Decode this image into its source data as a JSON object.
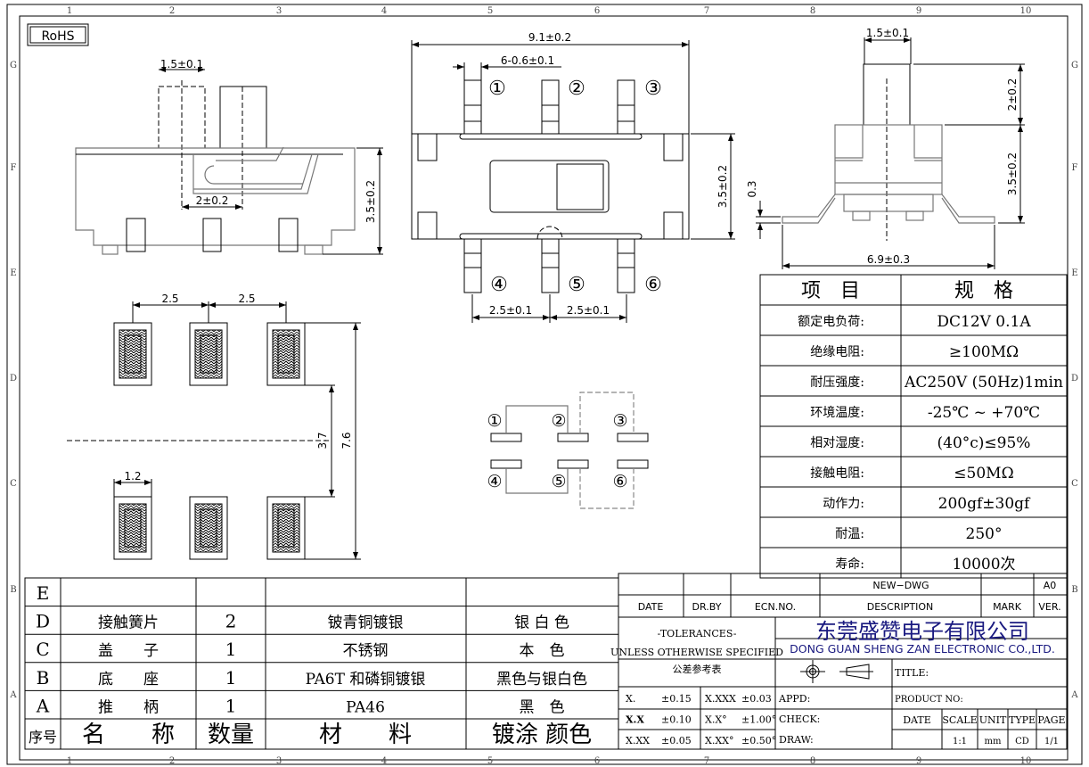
{
  "frame": {
    "columns": [
      "1",
      "2",
      "3",
      "4",
      "5",
      "6",
      "7",
      "8",
      "9",
      "10"
    ],
    "rows": [
      "G",
      "F",
      "E",
      "D",
      "C",
      "B",
      "A"
    ]
  },
  "rohs": "RoHS",
  "side_view": {
    "actuator_width": "1.5±0.1",
    "travel": "2±0.2",
    "height": "3.5±0.2"
  },
  "top_view": {
    "length": "9.1±0.2",
    "pin_width": "6-0.6±0.1",
    "height": "3.5±0.2",
    "pitch_left": "2.5±0.1",
    "pitch_right": "2.5±0.1",
    "pins": [
      "①",
      "②",
      "③",
      "④",
      "⑤",
      "⑥"
    ]
  },
  "end_view": {
    "actuator_width": "1.5±0.1",
    "actuator_height": "2±0.2",
    "body_height": "3.5±0.2",
    "lead_thickness": "0.3",
    "overall_width": "6.9±0.3"
  },
  "footprint": {
    "pitch_left": "2.5",
    "pitch_right": "2.5",
    "pad_width": "1.2",
    "inner_span": "3.7",
    "outer_span": "7.6"
  },
  "schematic": {
    "pins": [
      "①",
      "②",
      "③",
      "④",
      "⑤",
      "⑥"
    ]
  },
  "spec_table": {
    "header": [
      "项　目",
      "规　格"
    ],
    "rows": [
      [
        "额定电负荷:",
        "DC12V 0.1A"
      ],
      [
        "绝缘电阻:",
        "≥100MΩ"
      ],
      [
        "耐压强度:",
        "AC250V (50Hz)1min"
      ],
      [
        "环境温度:",
        "-25℃ ~ +70℃"
      ],
      [
        "相对湿度:",
        "(40°c)≤95%"
      ],
      [
        "接触电阻:",
        "≤50MΩ"
      ],
      [
        "动作力:",
        "200gf±30gf"
      ],
      [
        "耐温:",
        "250°"
      ],
      [
        "寿命:",
        "10000次"
      ]
    ]
  },
  "bom": {
    "rows": [
      [
        "E",
        "",
        "",
        "",
        ""
      ],
      [
        "D",
        "接触簧片",
        "2",
        "铍青铜镀银",
        "银 白 色"
      ],
      [
        "C",
        "盖　　子",
        "1",
        "不锈钢",
        "本　色"
      ],
      [
        "B",
        "底　　座",
        "1",
        "PA6T 和磷铜镀银",
        "黑色与银白色"
      ],
      [
        "A",
        "推　　柄",
        "1",
        "PA46",
        "黑　色"
      ]
    ],
    "header": [
      "序号",
      "名　　称",
      "数量",
      "材　　料",
      "镀涂 颜色"
    ]
  },
  "title_block": {
    "new_dwg": "NEW−DWG",
    "version_value": "A0",
    "rev_headers": [
      "DATE",
      "DR.BY",
      "ECN.NO.",
      "DESCRIPTION",
      "MARK",
      "VER."
    ],
    "tolerances_title": "-TOLERANCES-",
    "tolerances_sub": "UNLESS OTHERWISE SPECIFIED",
    "tolerances_cn": "公差参考表",
    "company_cn": "东莞盛赞电子有限公司",
    "company_en": "DONG GUAN SHENG ZAN ELECTRONIC CO.,LTD.",
    "title_label": "TITLE:",
    "tolerances": [
      [
        "X.",
        "±0.15",
        "X.XXX",
        "±0.03"
      ],
      [
        "X.X",
        "±0.10",
        "X.X°",
        "±1.00°"
      ],
      [
        "X.XX",
        "±0.05",
        "X.XX°",
        "±0.50°"
      ]
    ],
    "appd": "APPD:",
    "check": "CHECK:",
    "draw": "DRAW:",
    "product_no": "PRODUCT NO:",
    "info_headers": [
      "DATE",
      "SCALE",
      "UNIT",
      "TYPE",
      "PAGE"
    ],
    "info_values": [
      "",
      "1:1",
      "mm",
      "CD",
      "1/1"
    ]
  }
}
